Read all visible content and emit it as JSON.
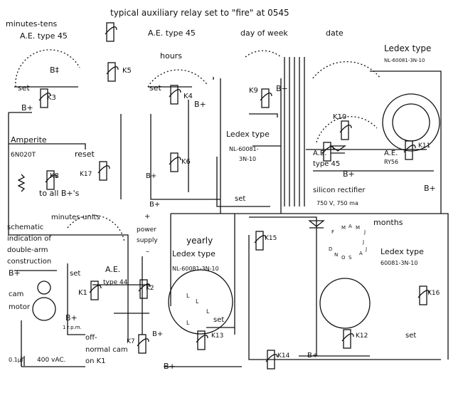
{
  "diagram": {
    "labels": {
      "auxiliary": "typical auxiliary relay set to \"fire\" at 0545",
      "minutes_tens": "minutes-tens",
      "ae45_a": "A.E. type 45",
      "ae45_b": "A.E. type 45",
      "day_of_week": "day of week",
      "date": "date",
      "ledex_a": "Ledex type",
      "ledex_a_num": "NL-60081-3N-10",
      "hours": "hours",
      "bdd": "B‡",
      "k5": "K5",
      "set_k3": "set",
      "k3": "K3",
      "bp_k3": "B+",
      "set_k4": "set",
      "k4": "K4",
      "bp_k4": "B+",
      "k9": "K9",
      "bp_k9": "B+",
      "k10": "K10",
      "ledex_b": "Ledex type",
      "ledex_b_num1": "NL-60081-",
      "ledex_b_num2": "3N-10",
      "amperite": "Amperite",
      "amperite_num": "6N020T",
      "reset": "reset",
      "k17": "K17",
      "k8": "K8",
      "to_all": "to all B+'s",
      "k6": "K6",
      "bp_k6a": "B+",
      "bp_k6b": "B+",
      "ae45_c1": "A.E.",
      "ae45_c2": "type 45",
      "ry56_1": "A.E.",
      "ry56_2": "RY56",
      "k11": "K11",
      "bp_mid": "B+",
      "bp_right": "B+",
      "set_mid": "set",
      "rectifier": "silicon rectifier",
      "rectifier_rating": "750 V, 750 ma",
      "months": "months",
      "ledex_c": "Ledex type",
      "ledex_c_num": "60081-3N-10",
      "minutes_units": "minutes-units",
      "schematic1": "schematic",
      "schematic2": "indication of",
      "schematic3": "double-arm",
      "schematic4": "construction",
      "ps_plus": "+",
      "ps1": "power",
      "ps2": "supply",
      "ps_minus": "–",
      "yearly": "yearly",
      "ledex_d": "Ledex type",
      "ledex_d_num": "NL-60081-3N-10",
      "k15": "K15",
      "bp_left": "B+",
      "set_k1": "set",
      "ae44_1": "A.E.",
      "ae44_2": "type 44",
      "k1": "K1",
      "k2": "K2",
      "cam": "cam",
      "motor": "motor",
      "bp_k1": "B+",
      "rpm": "1 r.p.m.",
      "off1": "off-",
      "off2": "normal cam",
      "off3": "on K1",
      "k7": "K7",
      "bp_k7": "B+",
      "cap": "0.1μf",
      "vac": "400 vAC.",
      "k13": "K13",
      "k14": "K14",
      "k12": "K12",
      "k16": "K16",
      "set_k16": "set",
      "bp_k13": "B+",
      "bp_k12": "B+",
      "set_k13": "set"
    },
    "dial_letters": [
      "L",
      "L",
      "L",
      "L"
    ],
    "month_letters": [
      "F",
      "M",
      "A",
      "M",
      "J",
      "J",
      "J",
      "A",
      "S",
      "O",
      "N",
      "D"
    ]
  }
}
